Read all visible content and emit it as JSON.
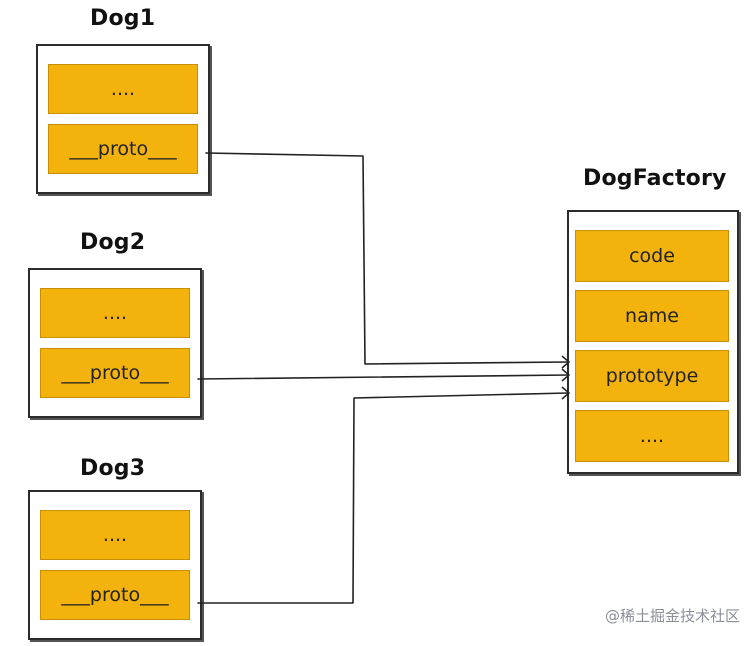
{
  "dogs": [
    {
      "title": "Dog1",
      "fields": [
        "....",
        "___proto___"
      ]
    },
    {
      "title": "Dog2",
      "fields": [
        "....",
        "___proto___"
      ]
    },
    {
      "title": "Dog3",
      "fields": [
        "....",
        "___proto___"
      ]
    }
  ],
  "factory": {
    "title": "DogFactory",
    "fields": [
      "code",
      "name",
      "prototype",
      "...."
    ]
  },
  "watermark": "@稀土掘金技术社区",
  "colors": {
    "cell_fill": "#f3b30c",
    "border": "#2b2b2b",
    "line": "#222222"
  }
}
